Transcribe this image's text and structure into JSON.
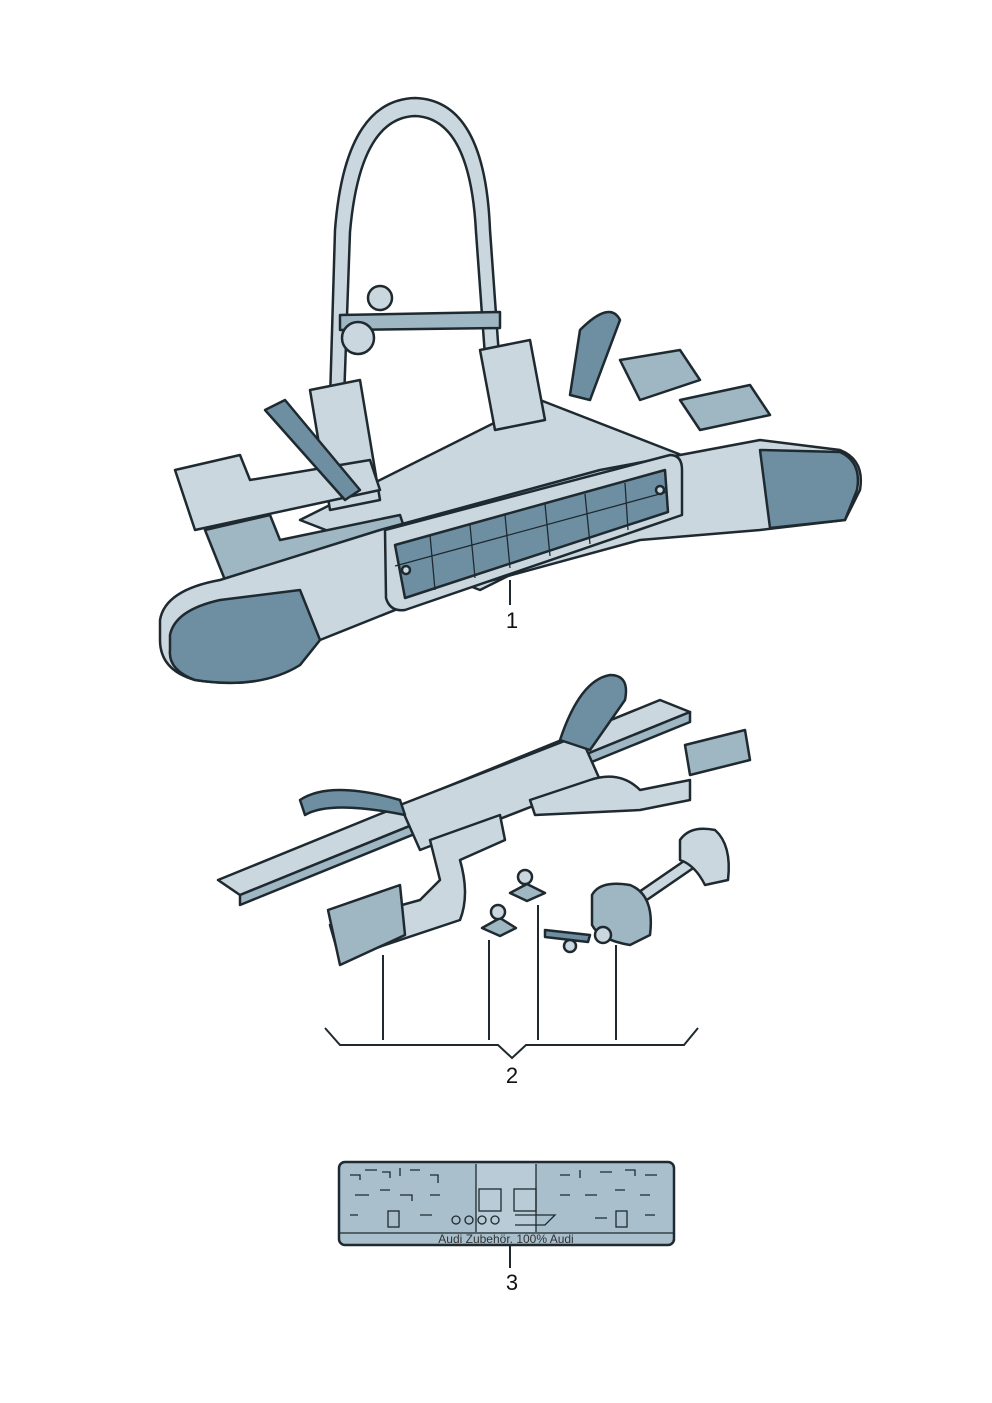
{
  "diagram": {
    "parts": [
      {
        "callout": "1"
      },
      {
        "callout": "2"
      },
      {
        "callout": "3"
      }
    ],
    "plate_text": "Audi Zubehör. 100% Audi",
    "colors": {
      "light": "#cad7df",
      "mid": "#9fb6c3",
      "dark": "#6e8fa2",
      "outline": "#1e2a30"
    }
  }
}
